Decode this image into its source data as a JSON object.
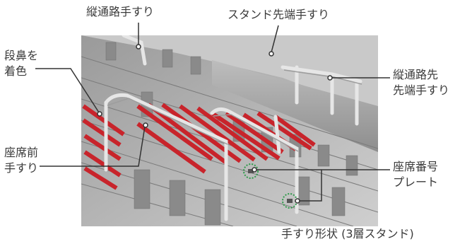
{
  "labels": {
    "vertical_aisle_handrail": "縦通路手すり",
    "stand_edge_handrail": "スタンド先端手すり",
    "vertical_aisle_edge_line1": "縦通路先",
    "vertical_aisle_edge_line2": "先端手すり",
    "step_nosing_line1": "段鼻を",
    "step_nosing_line2": "着色",
    "seat_front_line1": "座席前",
    "seat_front_line2": "手すり",
    "seat_number_line1": "座席番号",
    "seat_number_line2": "プレート"
  },
  "caption": "手すり形状 (3層スタンド)",
  "colors": {
    "step_nosing": "#c8242b",
    "seat_number_marker": "#2e9b4a",
    "leader_line": "#333333"
  }
}
